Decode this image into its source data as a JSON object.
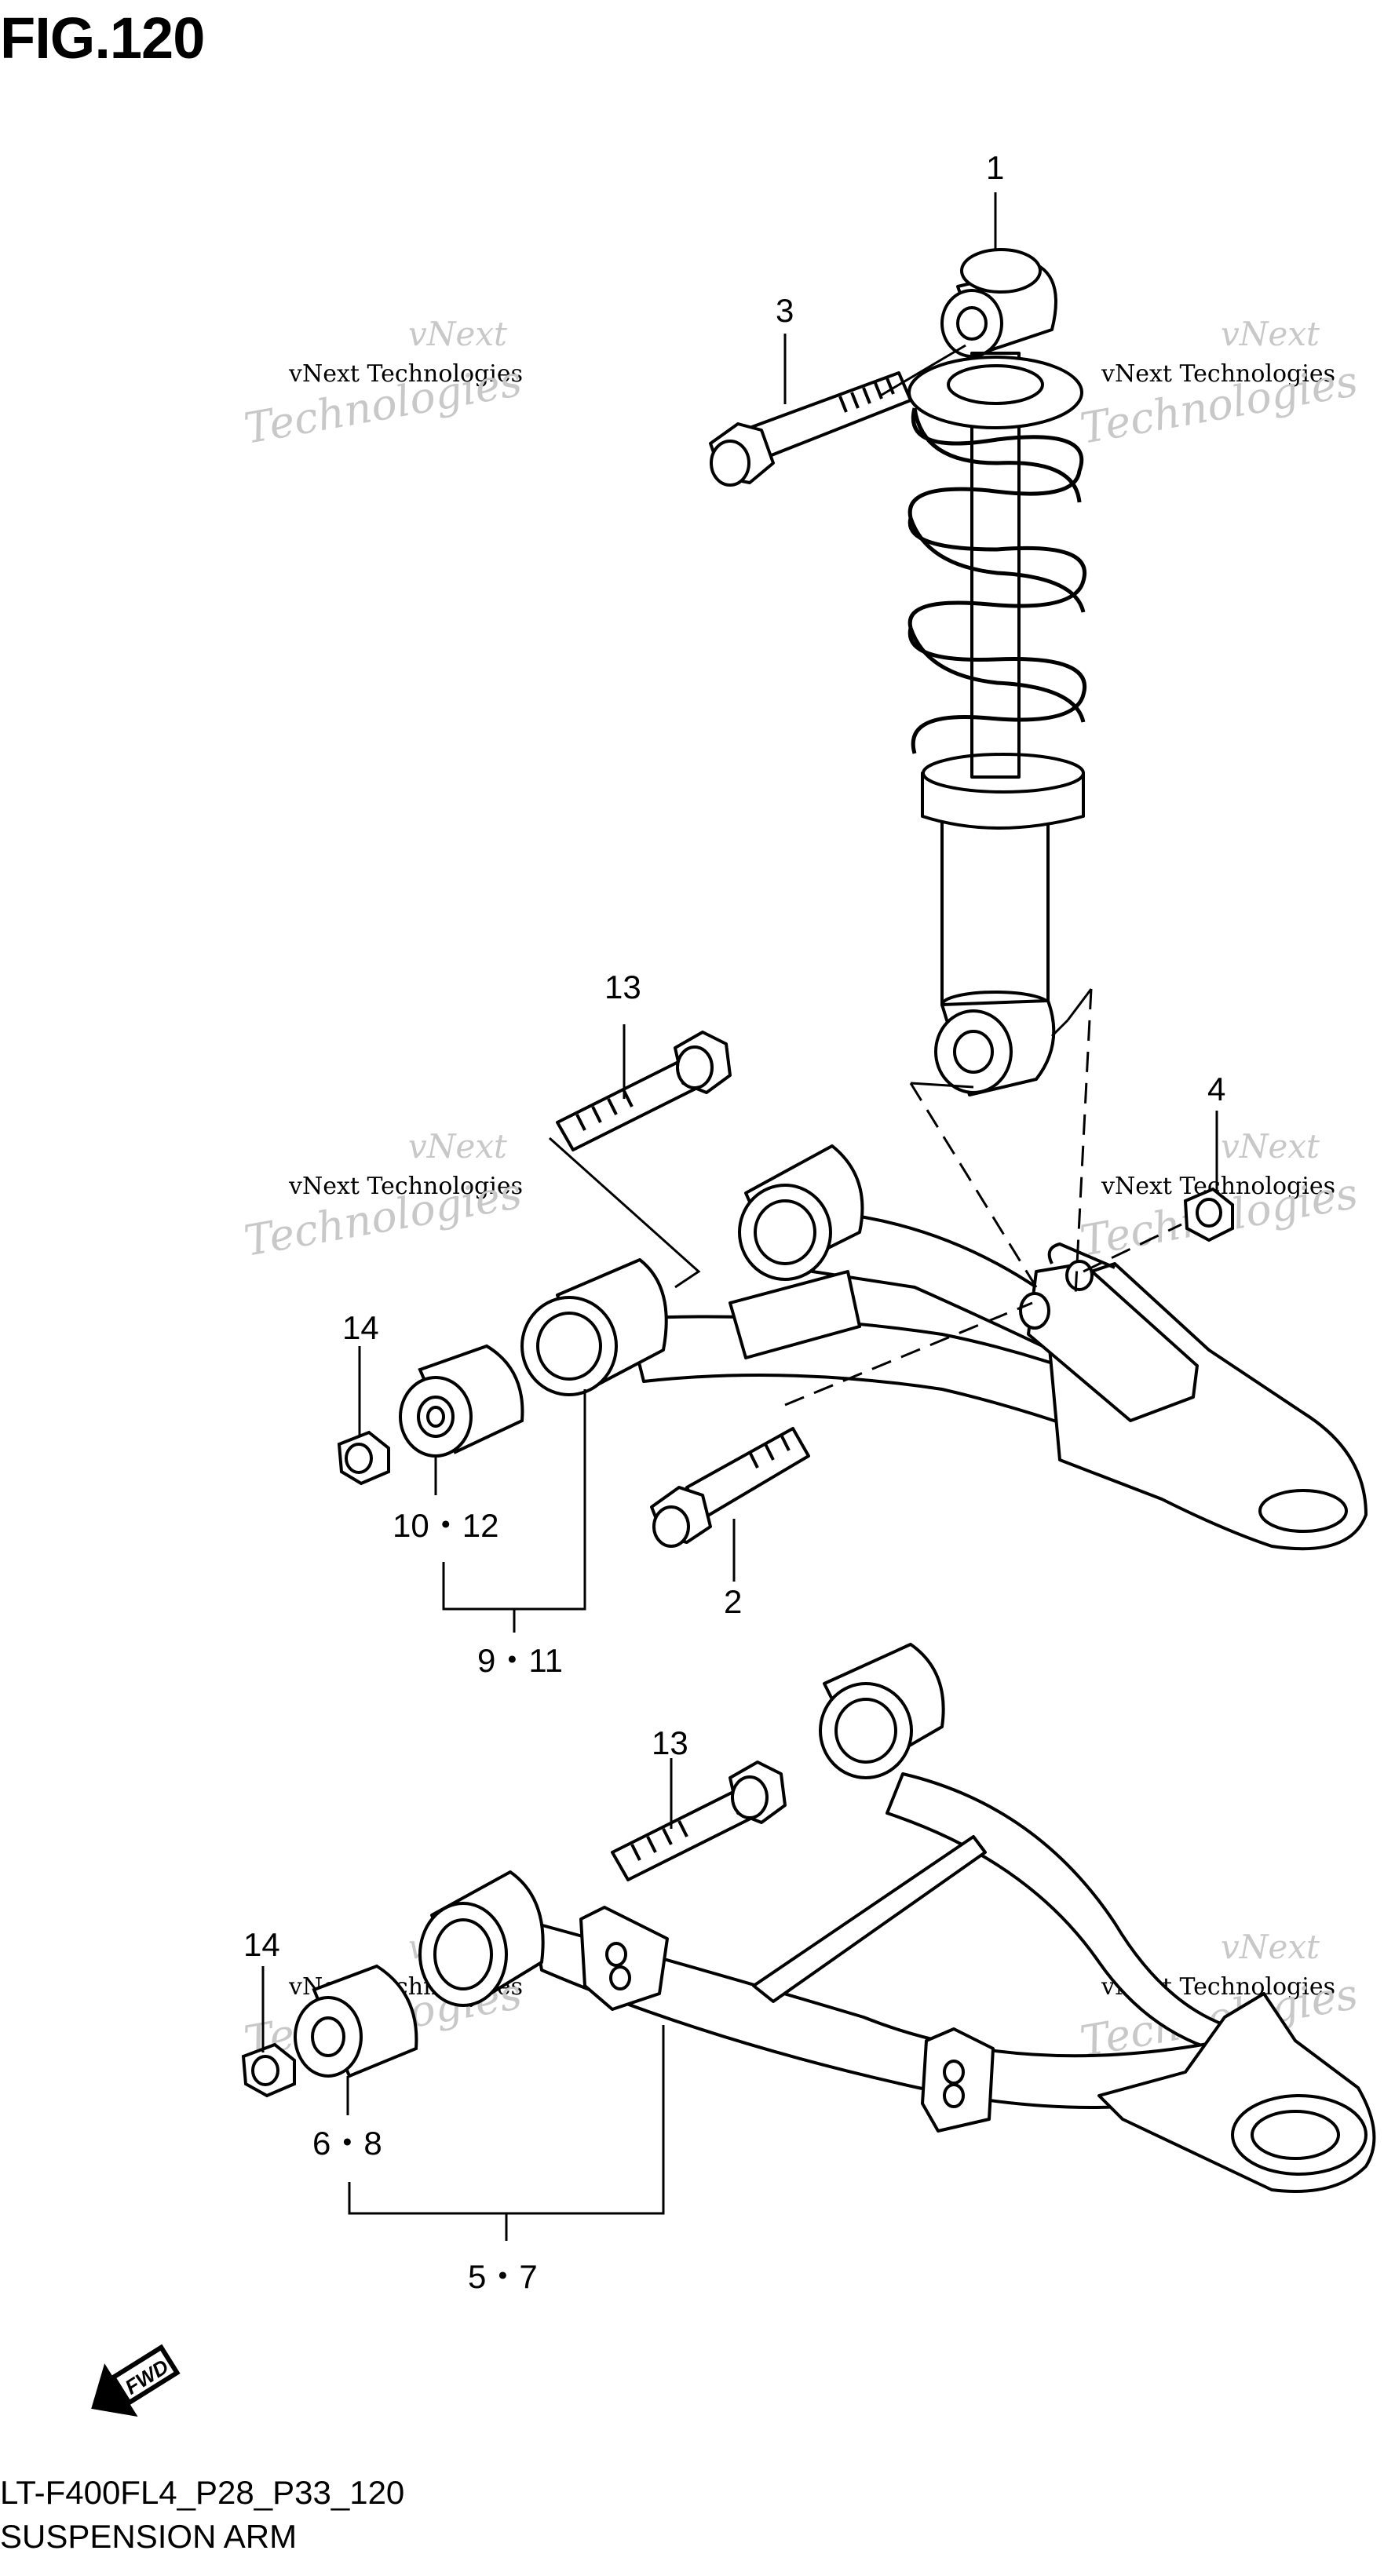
{
  "figure": {
    "title": "FIG.120",
    "code": "LT-F400FL4_P28_P33_120",
    "name": "SUSPENSION ARM"
  },
  "fwd_label": "FWD",
  "watermark": {
    "line1": "vNext",
    "line2": "vNext Technologies",
    "line3": "Technologies",
    "color": "#c8c8c8"
  },
  "callouts": {
    "c1": "1",
    "c2": "2",
    "c3": "3",
    "c4": "4",
    "c13a": "13",
    "c13b": "13",
    "c14a": "14",
    "c14b": "14",
    "c10_12": "10・12",
    "c9_11": "9・11",
    "c6_8": "6・8",
    "c5_7": "5・7"
  }
}
